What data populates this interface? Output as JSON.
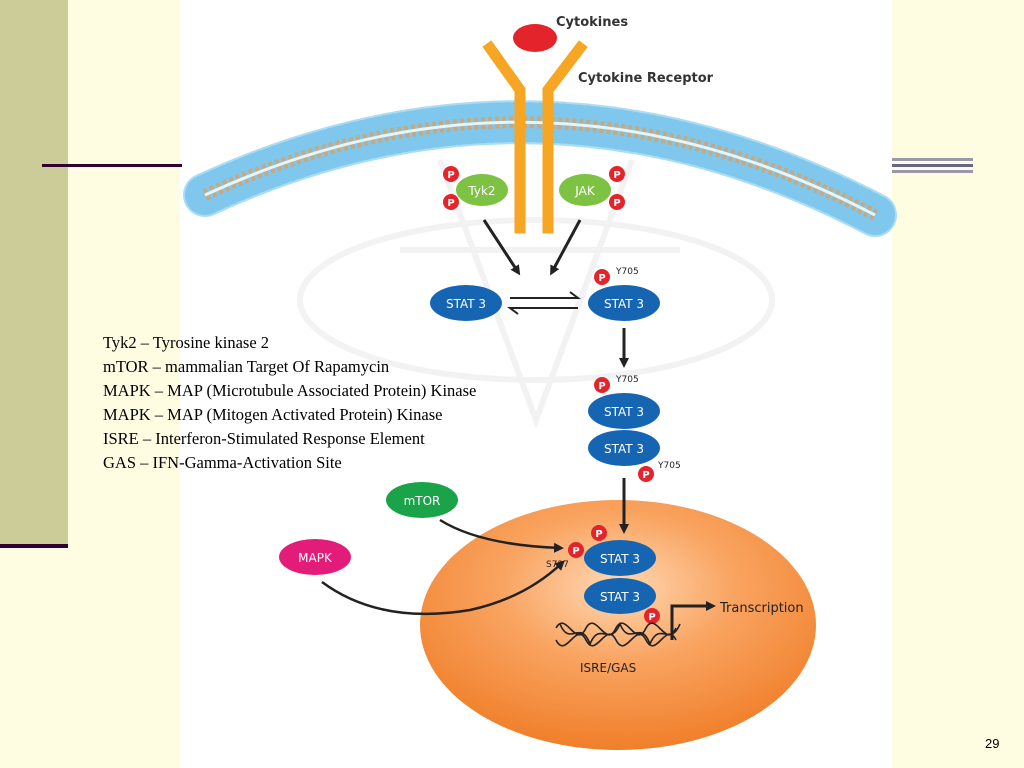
{
  "diagram": {
    "cytokines": "Cytokines",
    "receptor": "Cytokine Receptor",
    "tyk2": "Tyk2",
    "jak": "JAK",
    "phospho": "P",
    "stat": "STAT 3",
    "y705": "Y705",
    "s727": "S727",
    "mtor": "mTOR",
    "mapk": "MAPK",
    "transcription": "Transcription",
    "isre_gas": "ISRE/GAS"
  },
  "legend": [
    "Tyk2 – Tyrosine kinase 2",
    "mTOR – mammalian Target Of Rapamycin",
    "MAPK – MAP (Microtubule Associated Protein) Kinase",
    "MAPK – MAP (Mitogen Activated Protein) Kinase",
    "ISRE – Interferon-Stimulated Response Element",
    "GAS – IFN-Gamma-Activation Site"
  ],
  "page_number": "29",
  "colors": {
    "stat_blue": "#1565B3",
    "kinase_green": "#3BAA35",
    "mapk_pink": "#E31C79",
    "phospho_red": "#E3242B",
    "receptor_orange": "#F6A623",
    "nucleus_orange": "#F58A3A",
    "cytokine_red": "#E3242B",
    "membrane_blue": "#A9DCF5"
  }
}
